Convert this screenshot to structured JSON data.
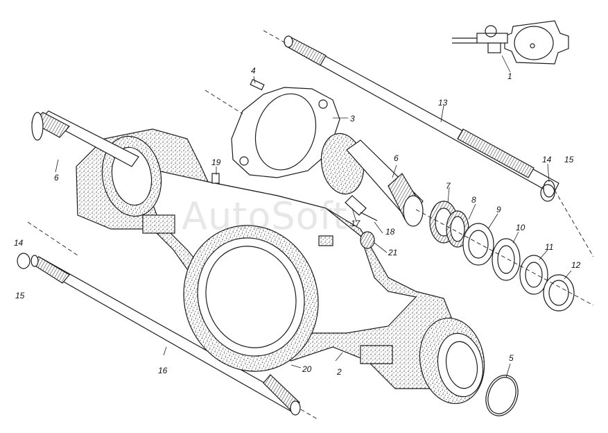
{
  "watermark": "AutoSoft",
  "callouts": [
    {
      "id": "1",
      "text": "1"
    },
    {
      "id": "2",
      "text": "2"
    },
    {
      "id": "3",
      "text": "3"
    },
    {
      "id": "4",
      "text": "4"
    },
    {
      "id": "5",
      "text": "5"
    },
    {
      "id": "6a",
      "text": "6"
    },
    {
      "id": "6b",
      "text": "6"
    },
    {
      "id": "7",
      "text": "7"
    },
    {
      "id": "8",
      "text": "8"
    },
    {
      "id": "9",
      "text": "9"
    },
    {
      "id": "10",
      "text": "10"
    },
    {
      "id": "11",
      "text": "11"
    },
    {
      "id": "12",
      "text": "12"
    },
    {
      "id": "13",
      "text": "13"
    },
    {
      "id": "14a",
      "text": "14"
    },
    {
      "id": "14b",
      "text": "14"
    },
    {
      "id": "15a",
      "text": "15"
    },
    {
      "id": "15b",
      "text": "15"
    },
    {
      "id": "16",
      "text": "16"
    },
    {
      "id": "17",
      "text": "17"
    },
    {
      "id": "18",
      "text": "18"
    },
    {
      "id": "19",
      "text": "19"
    },
    {
      "id": "20",
      "text": "20"
    },
    {
      "id": "21",
      "text": "21"
    }
  ]
}
